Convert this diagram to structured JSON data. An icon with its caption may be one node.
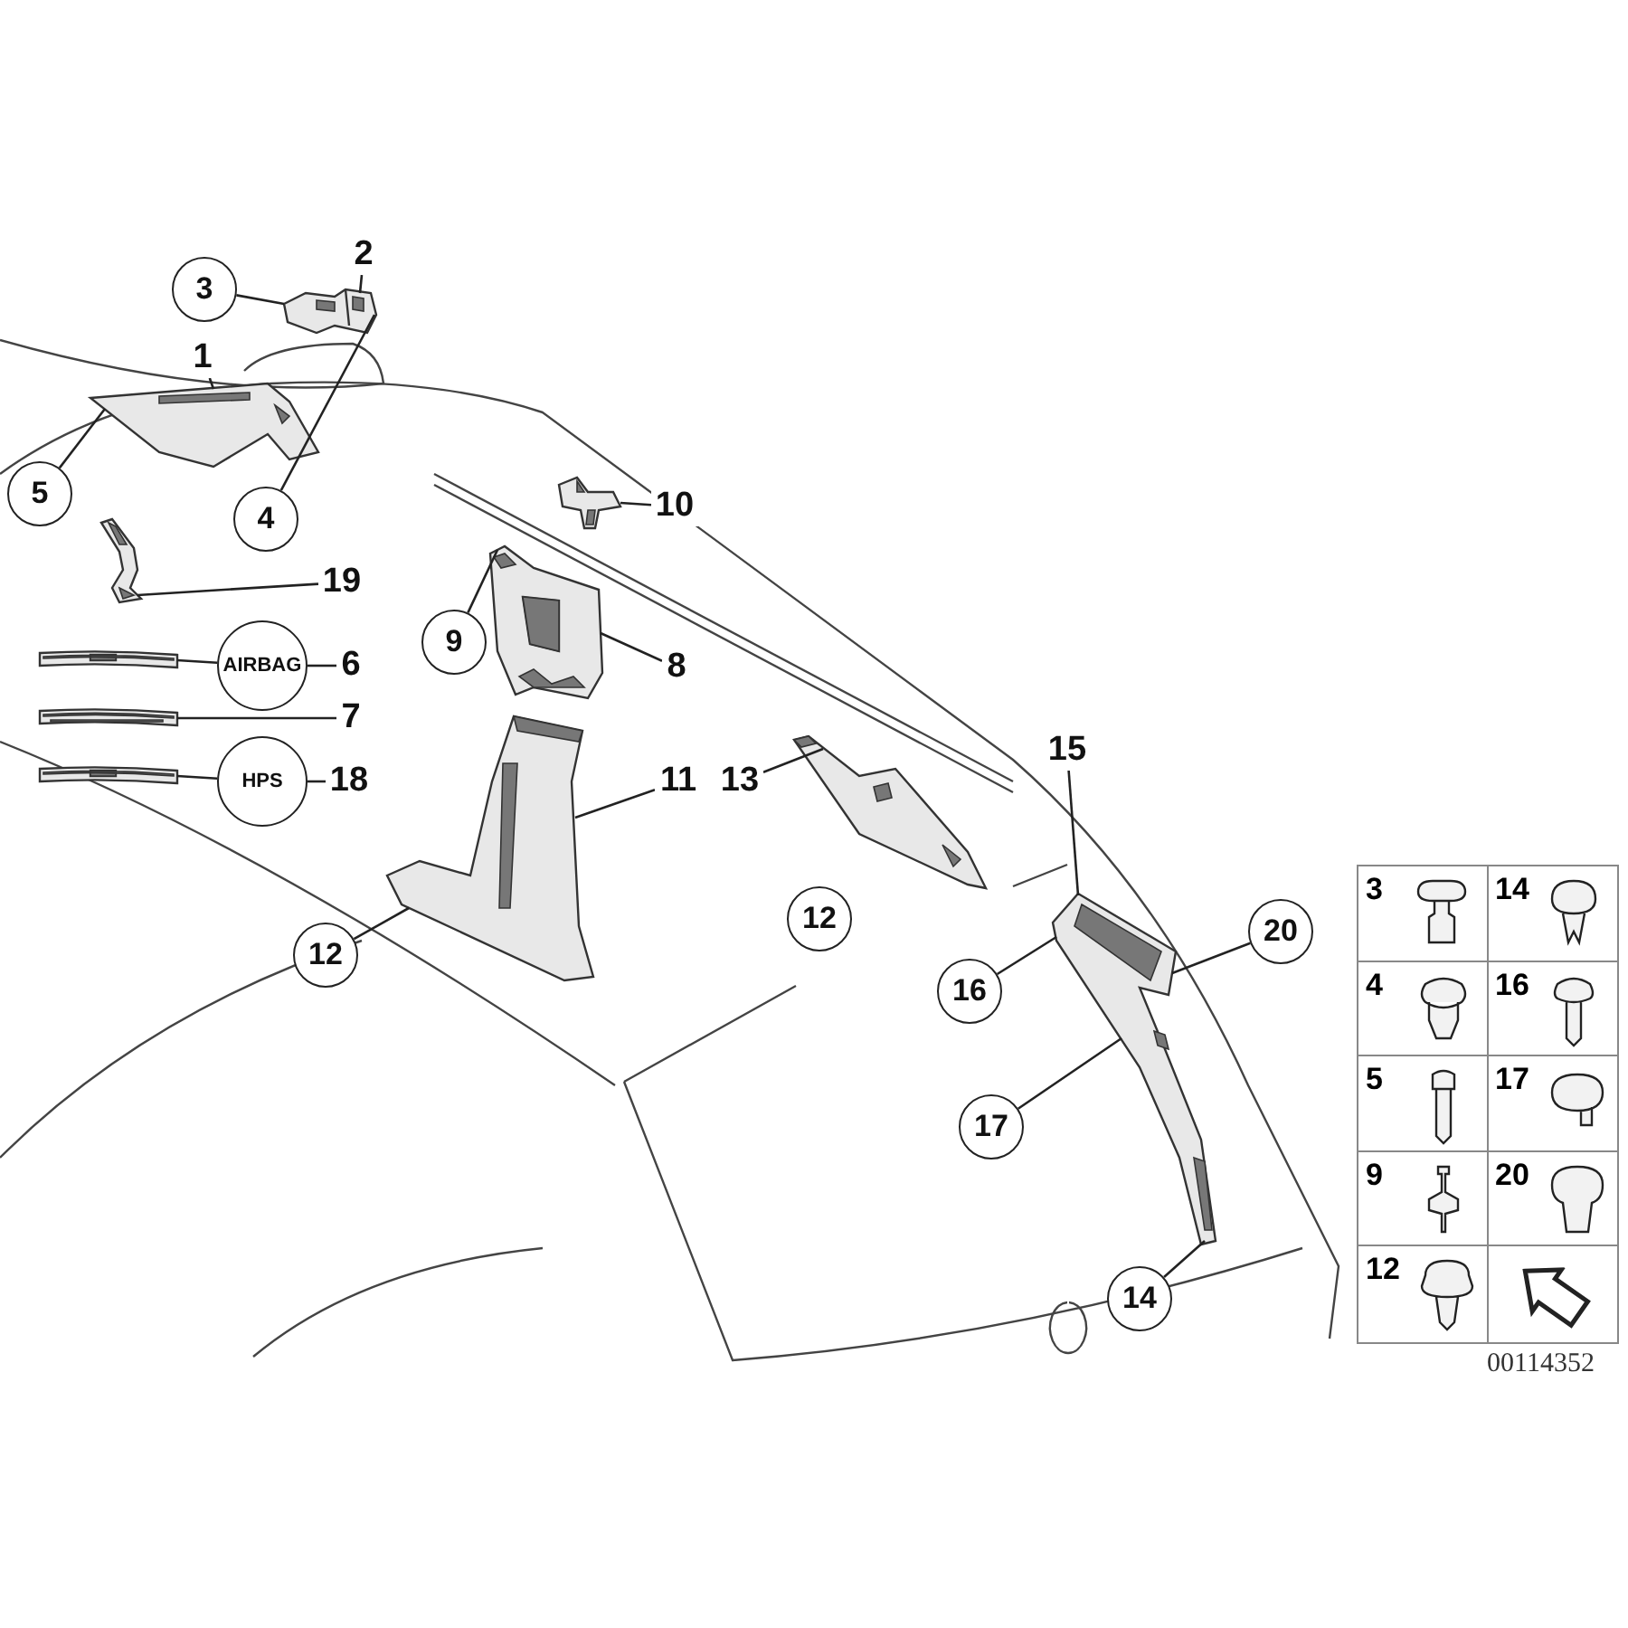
{
  "diagram": {
    "nodes": [
      {
        "text": [
          "3"
        ]
      },
      {
        "text": [
          "2"
        ]
      },
      {
        "text": [
          "1"
        ]
      },
      {
        "text": [
          "5"
        ]
      },
      {
        "text": [
          "4"
        ]
      },
      {
        "text": [
          "10"
        ]
      },
      {
        "text": [
          "19"
        ]
      },
      {
        "text": [
          "9"
        ]
      },
      {
        "text": [
          "8"
        ]
      },
      {
        "text": [
          "AIRBAG"
        ]
      },
      {
        "text": [
          "6"
        ]
      },
      {
        "text": [
          "7"
        ]
      },
      {
        "text": [
          "HPS"
        ]
      },
      {
        "text": [
          "18"
        ]
      },
      {
        "text": [
          "11"
        ]
      },
      {
        "text": [
          "13"
        ]
      },
      {
        "text": [
          "12"
        ]
      },
      {
        "text": [
          "12"
        ]
      },
      {
        "text": [
          "15"
        ]
      },
      {
        "text": [
          "16"
        ]
      },
      {
        "text": [
          "20"
        ]
      },
      {
        "text": [
          "17"
        ]
      },
      {
        "text": [
          "14"
        ]
      },
      {
        "text": [],
        "shape": "picture"
      },
      {
        "text": [],
        "shape": "picture"
      },
      {
        "text": [],
        "shape": "picture"
      },
      {
        "text": [],
        "shape": "picture"
      },
      {
        "text": [],
        "shape": "picture"
      },
      {
        "text": [],
        "shape": "picture"
      },
      {
        "text": [],
        "shape": "picture"
      },
      {
        "text": [],
        "shape": "picture"
      },
      {
        "text": [],
        "shape": "picture"
      },
      {
        "text": [],
        "shape": "picture"
      },
      {
        "text": [],
        "shape": "picture"
      }
    ],
    "edges": [
      {
        "from": 0,
        "to": 23,
        "arrow": "none"
      },
      {
        "from": 1,
        "to": 23,
        "arrow": "none"
      },
      {
        "from": 4,
        "to": 23,
        "arrow": "none"
      },
      {
        "from": 2,
        "to": 24,
        "arrow": "none"
      },
      {
        "from": 3,
        "to": 24,
        "arrow": "none"
      },
      {
        "from": 5,
        "to": 25,
        "arrow": "none"
      },
      {
        "from": 6,
        "to": 26,
        "arrow": "none"
      },
      {
        "from": 10,
        "to": 9,
        "arrow": "none"
      },
      {
        "from": 9,
        "to": 27,
        "arrow": "none"
      },
      {
        "from": 11,
        "to": 28,
        "arrow": "none"
      },
      {
        "from": 13,
        "to": 12,
        "arrow": "none"
      },
      {
        "from": 12,
        "to": 29,
        "arrow": "none"
      },
      {
        "from": 7,
        "to": 30,
        "arrow": "none"
      },
      {
        "from": 8,
        "to": 30,
        "arrow": "none"
      },
      {
        "from": 14,
        "to": 31,
        "arrow": "none"
      },
      {
        "from": 16,
        "to": 31,
        "arrow": "none"
      },
      {
        "from": 15,
        "to": 32,
        "arrow": "none"
      },
      {
        "from": 18,
        "to": 33,
        "arrow": "none"
      },
      {
        "from": 19,
        "to": 33,
        "arrow": "none"
      },
      {
        "from": 20,
        "to": 33,
        "arrow": "none"
      },
      {
        "from": 21,
        "to": 33,
        "arrow": "none"
      },
      {
        "from": 22,
        "to": 33,
        "arrow": "none"
      }
    ],
    "labels": [
      "3",
      "14",
      "4",
      "16",
      "5",
      "17",
      "9",
      "20",
      "12",
      "00114352"
    ]
  }
}
